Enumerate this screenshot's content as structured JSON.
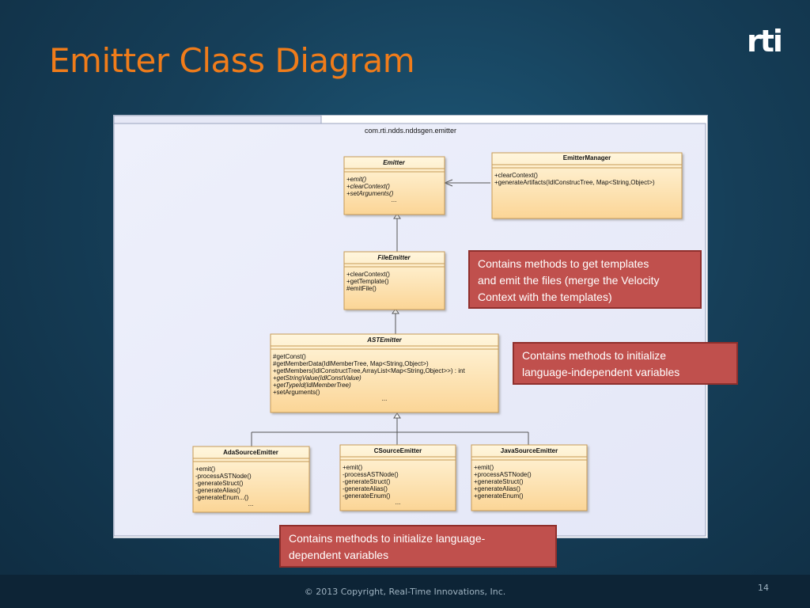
{
  "slide": {
    "title": "Emitter Class Diagram",
    "logo_text": "rti",
    "footer": "© 2013 Copyright, Real-Time Innovations, Inc.",
    "page_number": "14"
  },
  "diagram": {
    "package": "com.rti.ndds.nddsgen.emitter",
    "classes": {
      "emitter": {
        "name": "Emitter",
        "ops": [
          "+emit()",
          "+clearContext()",
          "+setArguments()",
          "..."
        ]
      },
      "emitter_manager": {
        "name": "EmitterManager",
        "ops": [
          "+clearContext()",
          "+generateArtifacts(IdlConstrucTree, Map<String,Object>)"
        ]
      },
      "file_emitter": {
        "name": "FileEmitter",
        "ops": [
          "+clearContext()",
          "+getTemplate()",
          "#emitFile()"
        ]
      },
      "ast_emitter": {
        "name": "ASTEmitter",
        "ops": [
          "#getConst()",
          "#getMemberData(IdlMemberTree, Map<String,Object>)",
          "+getMembers(IdlConstructTree,ArrayList<Map<String,Object>>) : int",
          "+getStringValue(IdlConstValue)",
          "+getTypeId(IdlMemberTree)",
          "+setArguments()",
          "..."
        ]
      },
      "ada": {
        "name": "AdaSourceEmitter",
        "ops": [
          "+emit()",
          "-processASTNode()",
          "-generateStruct()",
          "-generateAlias()",
          "-generateEnum...()",
          "..."
        ]
      },
      "c": {
        "name": "CSourceEmitter",
        "ops": [
          "+emit()",
          "-processASTNode()",
          "-generateStruct()",
          "-generateAlias()",
          "-generateEnum()",
          "..."
        ]
      },
      "java": {
        "name": "JavaSourceEmitter",
        "ops": [
          "+emit()",
          "+processASTNode()",
          "+generateStruct()",
          "+generateAlias()",
          "+generateEnum()"
        ]
      }
    }
  },
  "callouts": {
    "file_emitter": [
      "Contains methods to get templates",
      "and emit the files (merge the Velocity",
      "Context with the templates)"
    ],
    "ast_emitter": [
      "Contains methods to initialize",
      "language-independent variables"
    ],
    "source_emitters": [
      "Contains methods to initialize language-",
      "dependent variables"
    ]
  }
}
